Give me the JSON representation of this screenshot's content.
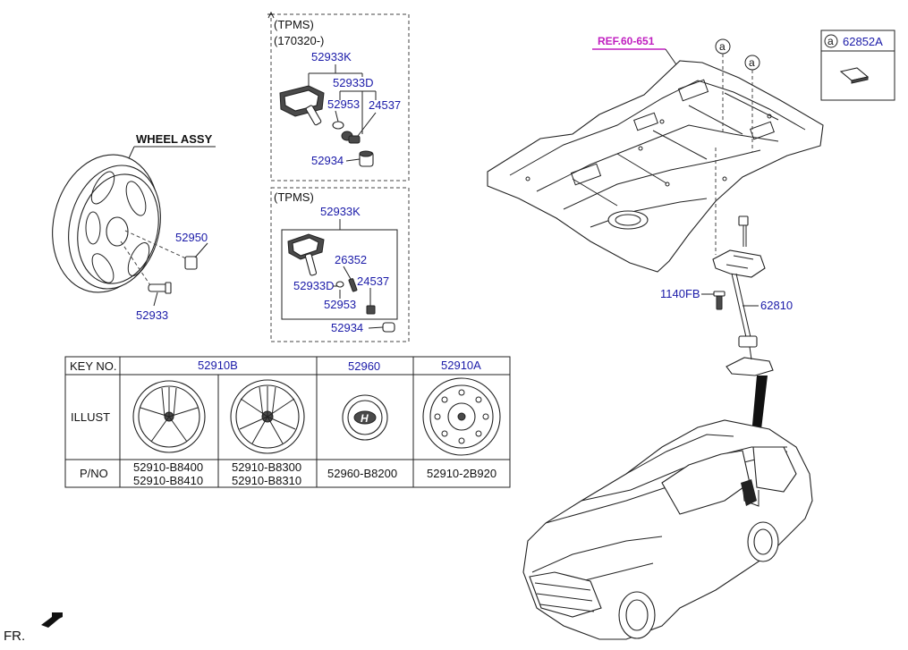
{
  "wheel": {
    "title": "WHEEL ASSY",
    "valve_part": "52933",
    "nut_part": "52950"
  },
  "tpms_new": {
    "title": "(TPMS)",
    "date": "(170320-)",
    "parts": [
      "52933K",
      "52933D",
      "52953",
      "24537",
      "52934"
    ]
  },
  "tpms_old": {
    "title": "(TPMS)",
    "parts": [
      "52933K",
      "26352",
      "52933D",
      "24537",
      "52953",
      "52934"
    ]
  },
  "ref": "REF.60-651",
  "callout": {
    "symbol": "a",
    "part": "62852A"
  },
  "floor_callouts": [
    "a",
    "a"
  ],
  "carrier": {
    "bolt": "1140FB",
    "carrier": "62810"
  },
  "table": {
    "headers": [
      "KEY NO.",
      "52910B",
      "52960",
      "52910A"
    ],
    "row_labels": [
      "ILLUST",
      "P/NO"
    ],
    "pnos": [
      [
        "52910-B8400",
        "52910-B8410"
      ],
      [
        "52910-B8300",
        "52910-B8310"
      ],
      [
        "52960-B8200"
      ],
      [
        "52910-2B920"
      ]
    ]
  },
  "fr_label": "FR."
}
